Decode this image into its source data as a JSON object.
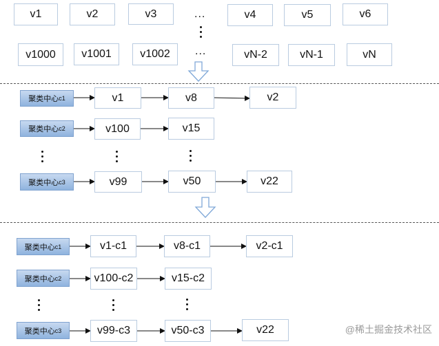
{
  "top": {
    "row1": [
      "v1",
      "v2",
      "v3",
      "v4",
      "v5",
      "v6"
    ],
    "row2": [
      "v1000",
      "v1001",
      "v1002",
      "vN-2",
      "vN-1",
      "vN"
    ],
    "ellipsis": "..."
  },
  "stage2": {
    "center_label": "聚类中心",
    "rows": [
      {
        "center": "c1",
        "items": [
          "v1",
          "v8",
          "v2"
        ]
      },
      {
        "center": "c2",
        "items": [
          "v100",
          "v15"
        ]
      },
      {
        "center": "c3",
        "items": [
          "v99",
          "v50",
          "v22"
        ]
      }
    ]
  },
  "stage3": {
    "center_label": "聚类中心",
    "rows": [
      {
        "center": "c1",
        "items": [
          "v1-c1",
          "v8-c1",
          "v2-c1"
        ]
      },
      {
        "center": "c2",
        "items": [
          "v100-c2",
          "v15-c2"
        ]
      },
      {
        "center": "c3",
        "items": [
          "v99-c3",
          "v50-c3",
          "v22"
        ]
      }
    ]
  },
  "watermark": "@稀土掘金技术社区",
  "colors": {
    "box_border": "#b9cbe0",
    "center_fill_top": "#c7d9f0",
    "center_fill_bottom": "#8fb3de",
    "arrow_down": "#7fa8d8",
    "separator": "#555555"
  }
}
